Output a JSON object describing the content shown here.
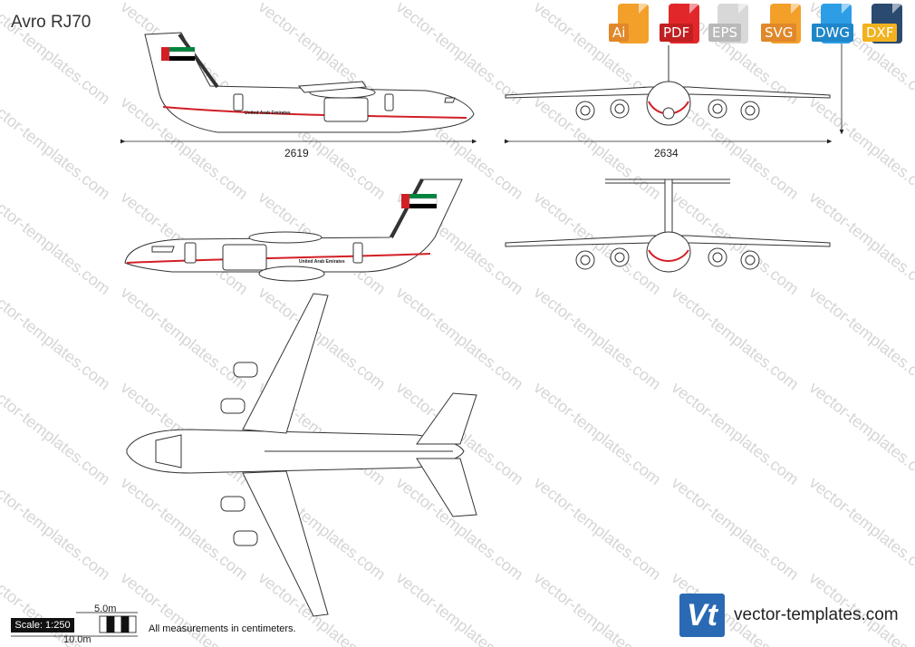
{
  "title": "Avro RJ70",
  "formats": [
    {
      "label": "Ai",
      "color": "#f3a02b",
      "tag": "#e0882a"
    },
    {
      "label": "PDF",
      "color": "#e2272b",
      "tag": "#c11f22"
    },
    {
      "label": "EPS",
      "color": "#d8d8d8",
      "tag": "#b9b9b9"
    },
    {
      "label": "SVG",
      "color": "#f3a02b",
      "tag": "#e0882a"
    },
    {
      "label": "DWG",
      "color": "#2d9ee6",
      "tag": "#1f86c9"
    },
    {
      "label": "DXF",
      "color": "#2b4a70",
      "tag": "#f2b21e"
    }
  ],
  "dimensions": {
    "length": "2619",
    "wingspan": "2634"
  },
  "livery": {
    "text": "United Arab Emirates",
    "stripe_color": "#d21f26",
    "flag_colors": [
      "#d21f26",
      "#00843d",
      "#ffffff",
      "#000000"
    ]
  },
  "scale": {
    "label": "Scale: 1:250",
    "small": "5.0m",
    "large": "10.0m"
  },
  "note": "All measurements in centimeters.",
  "watermark": "vector-templates.com",
  "brand": {
    "logo": "Vt",
    "site": "vector-templates.com"
  }
}
